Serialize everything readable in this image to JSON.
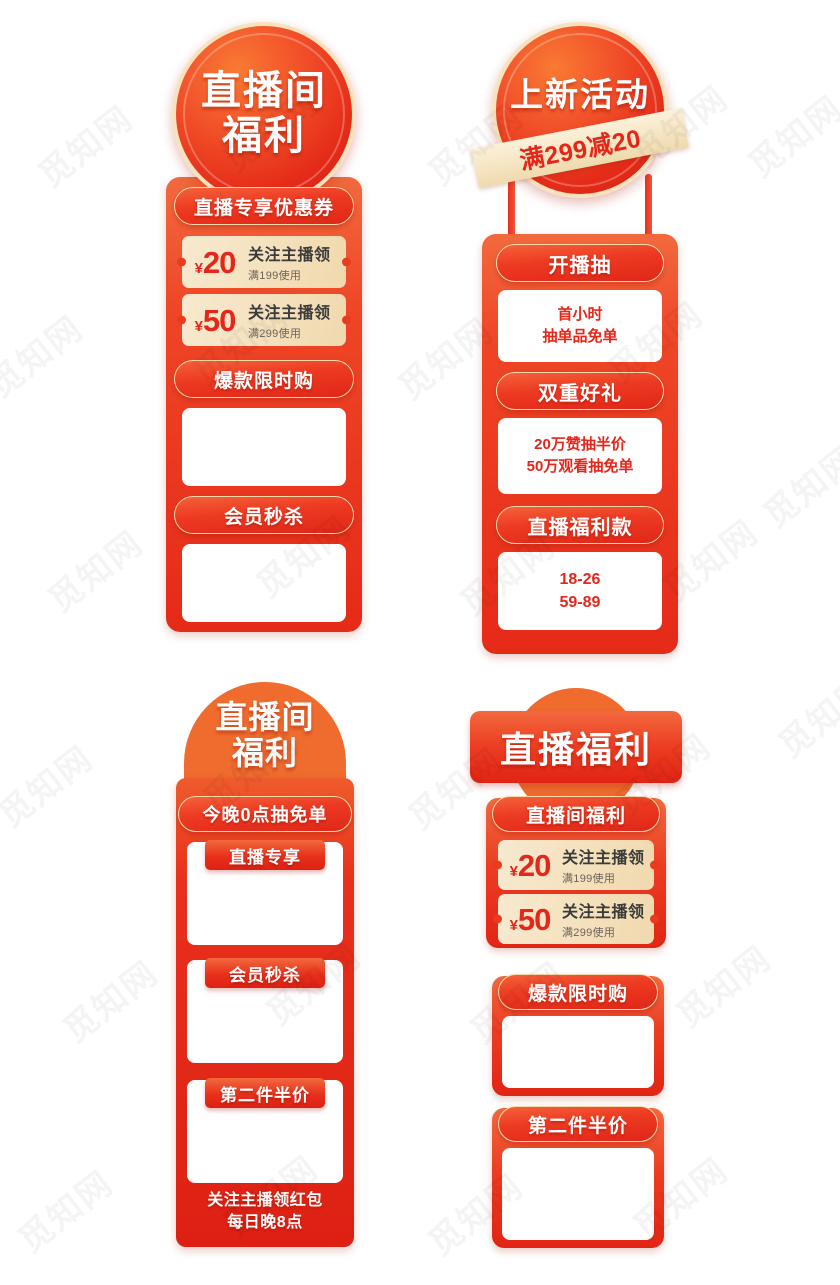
{
  "watermark": {
    "text": "觅知网"
  },
  "colors": {
    "orange": "#ef6b2e",
    "red": "#e5261a",
    "deep_red": "#dd2013",
    "cream": "#f6e6c4",
    "gold_border": "#f6d9a8",
    "white": "#ffffff"
  },
  "card1": {
    "badge_line1": "直播间",
    "badge_line2": "福利",
    "header_pill": "直播专享优惠券",
    "coupons": [
      {
        "currency": "¥",
        "amount": "20",
        "action": "关注主播领",
        "condition": "满199使用"
      },
      {
        "currency": "¥",
        "amount": "50",
        "action": "关注主播领",
        "condition": "满299使用"
      }
    ],
    "sections": [
      {
        "title": "爆款限时购",
        "content": ""
      },
      {
        "title": "会员秒杀",
        "content": ""
      }
    ]
  },
  "card2": {
    "badge_title": "上新活动",
    "ribbon": "满299减20",
    "sections": [
      {
        "title": "开播抽",
        "lines": [
          "首小时",
          "抽单品免单"
        ]
      },
      {
        "title": "双重好礼",
        "lines": [
          "20万赞抽半价",
          "50万观看抽免单"
        ]
      },
      {
        "title": "直播福利款",
        "lines": [
          "18-26",
          "59-89"
        ]
      }
    ]
  },
  "card3": {
    "arch_line1": "直播间",
    "arch_line2": "福利",
    "header_pill": "今晚0点抽免单",
    "sections": [
      {
        "title": "直播专享",
        "content": ""
      },
      {
        "title": "会员秒杀",
        "content": ""
      },
      {
        "title": "第二件半价",
        "content": ""
      }
    ],
    "footer_line1": "关注主播领红包",
    "footer_line2": "每日晚8点"
  },
  "card4": {
    "banner_title": "直播福利",
    "header_pill": "直播间福利",
    "coupons": [
      {
        "currency": "¥",
        "amount": "20",
        "action": "关注主播领",
        "condition": "满199使用"
      },
      {
        "currency": "¥",
        "amount": "50",
        "action": "关注主播领",
        "condition": "满299使用"
      }
    ],
    "sections": [
      {
        "title": "爆款限时购",
        "content": ""
      },
      {
        "title": "第二件半价",
        "content": ""
      }
    ]
  }
}
